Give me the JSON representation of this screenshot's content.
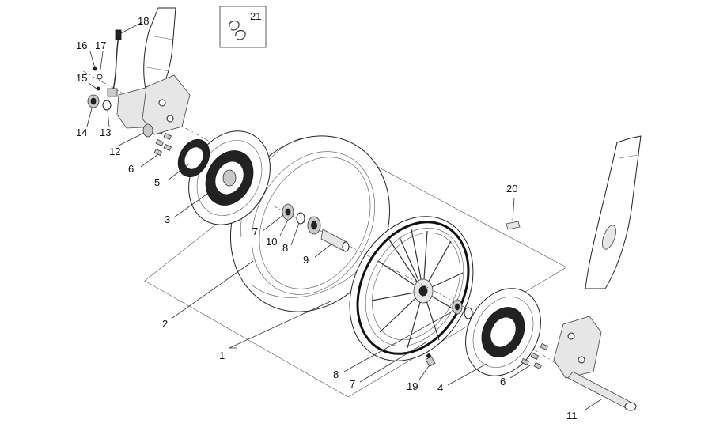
{
  "labels": {
    "l1": "1",
    "l2": "2",
    "l3": "3",
    "l4": "4",
    "l5": "5",
    "l6a": "6",
    "l6b": "6",
    "l7a": "7",
    "l7b": "7",
    "l8a": "8",
    "l8b": "8",
    "l9": "9",
    "l10": "10",
    "l11": "11",
    "l12": "12",
    "l13": "13",
    "l14": "14",
    "l15": "15",
    "l16": "16",
    "l17": "17",
    "l18": "18",
    "l19": "19",
    "l20": "20",
    "l21": "21"
  }
}
